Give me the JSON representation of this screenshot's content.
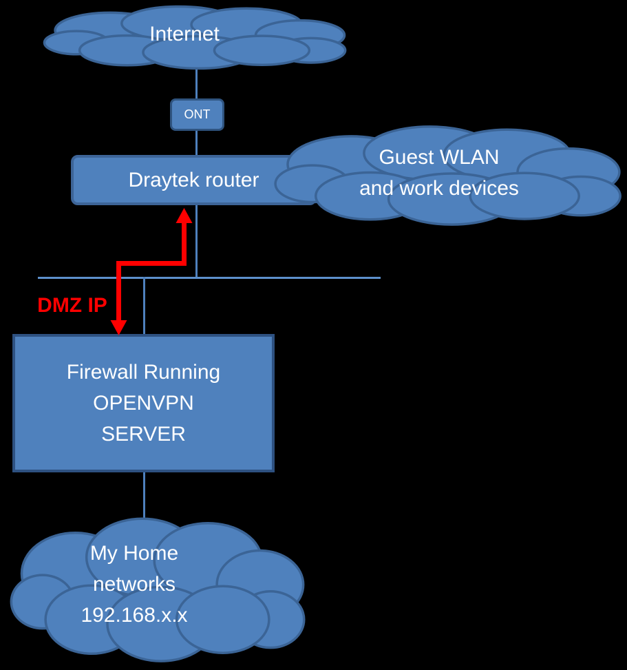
{
  "colors": {
    "background": "#000000",
    "shape_fill": "#4f81bd",
    "cloud_border": "#3b6496",
    "router_border": "#3d6497",
    "ont_border": "#2f5480",
    "firewall_border": "#2e5181",
    "connector": "#4e80bd",
    "connector_light": "#5d90cc",
    "arrow": "#ff0000",
    "label_text": "#ffffff"
  },
  "diagram": {
    "internet_cloud": {
      "label": "Internet"
    },
    "ont": {
      "label": "ONT"
    },
    "router": {
      "label": "Draytek router"
    },
    "guest_cloud": {
      "line1": "Guest WLAN",
      "line2": "and work devices"
    },
    "dmz": {
      "label": "DMZ IP"
    },
    "firewall": {
      "line1": "Firewall Running",
      "line2": "OPENVPN",
      "line3": "SERVER"
    },
    "home_cloud": {
      "line1": "My Home",
      "line2": "networks",
      "line3": "192.168.x.x"
    }
  }
}
